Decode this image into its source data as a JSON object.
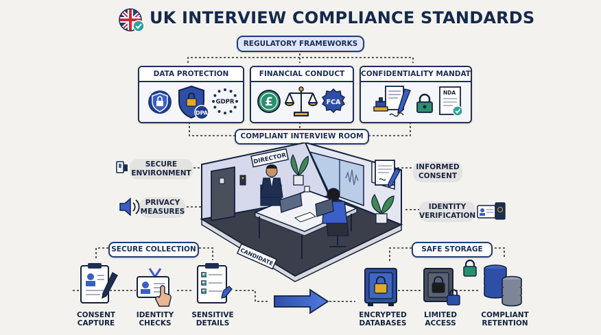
{
  "title": "UK INTERVIEW COMPLIANCE STANDARDS",
  "regulatory": {
    "label": "REGULATORY FRAMEWORKS",
    "panels": [
      {
        "title": "DATA PROTECTION",
        "badges": [
          "GDPR",
          "DPA"
        ]
      },
      {
        "title": "FINANCIAL CONDUCT",
        "badges": [
          "FCA"
        ]
      },
      {
        "title": "CONFIDENTIALITY MANDATES",
        "badges": [
          "NDA"
        ]
      }
    ]
  },
  "room": {
    "label": "COMPLIANT INTERVIEW ROOM",
    "director_sign": "DIRECTOR",
    "candidate_sign": "CANDIDATE"
  },
  "features": {
    "secure_environment": [
      "SECURE",
      "ENVIRONMENT"
    ],
    "privacy_measures": [
      "PRIVACY",
      "MEASURES"
    ],
    "informed_consent": [
      "INFORMED",
      "CONSENT"
    ],
    "identity_verification": [
      "IDENTITY",
      "VERIFICATION"
    ]
  },
  "collection": {
    "label": "SECURE COLLECTION",
    "steps": [
      {
        "line1": "CONSENT",
        "line2": "CAPTURE"
      },
      {
        "line1": "IDENTITY",
        "line2": "CHECKS"
      },
      {
        "line1": "SENSITIVE",
        "line2": "DETAILS"
      }
    ]
  },
  "storage": {
    "label": "SAFE STORAGE",
    "steps": [
      {
        "line1": "ENCRYPTED",
        "line2": "DATABASES"
      },
      {
        "line1": "LIMITED",
        "line2": "ACCESS"
      },
      {
        "line1": "COMPLIANT",
        "line2": "RETENTION"
      }
    ]
  },
  "colors": {
    "navy": "#1e2f52",
    "accent_blue": "#3a5fc8",
    "gold": "#e0a927",
    "check_teal": "#2aa39a",
    "background": "#f3f2ee"
  }
}
